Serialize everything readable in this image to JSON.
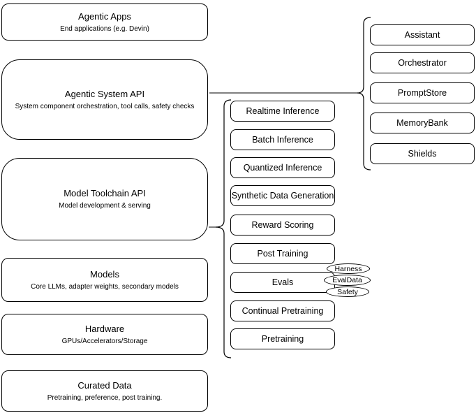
{
  "diagram": {
    "left_column": [
      {
        "title": "Agentic Apps",
        "subtitle": "End applications (e.g. Devin)"
      },
      {
        "title": "Agentic System API",
        "subtitle": "System component orchestration, tool calls, safety checks"
      },
      {
        "title": "Model Toolchain API",
        "subtitle": "Model development & serving"
      },
      {
        "title": "Models",
        "subtitle": "Core LLMs, adapter weights, secondary models"
      },
      {
        "title": "Hardware",
        "subtitle": "GPUs/Accelerators/Storage"
      },
      {
        "title": "Curated Data",
        "subtitle": "Pretraining, preference, post training."
      }
    ],
    "toolchain_services": [
      "Realtime Inference",
      "Batch Inference",
      "Quantized Inference",
      "Synthetic Data Generation",
      "Reward Scoring",
      "Post Training",
      "Evals",
      "Continual Pretraining",
      "Pretraining"
    ],
    "eval_tags": [
      "Harness",
      "EvalData",
      "Safety"
    ],
    "system_components": [
      "Assistant",
      "Orchestrator",
      "PromptStore",
      "MemoryBank",
      "Shields"
    ],
    "colors": {
      "stroke": "#000000",
      "fill": "#ffffff",
      "text": "#000000",
      "background": "#ffffff"
    }
  }
}
